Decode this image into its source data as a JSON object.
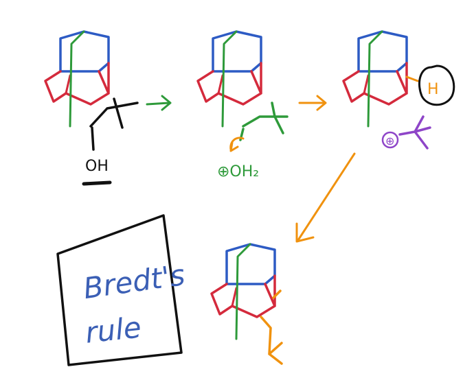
{
  "colors": {
    "background": "#ffffff",
    "ring_top": "#2d5bc4",
    "ring_bottom": "#d42a3c",
    "bridge": "#2e9a3a",
    "black_ink": "#111111",
    "green_ink": "#2e9a3a",
    "orange_ink": "#f0920f",
    "purple_ink": "#8e45c8",
    "note_text": "#3b5fb5"
  },
  "step1": {
    "leaving_group_label": "OH"
  },
  "step2": {
    "leaving_group_label": "⊕OH₂"
  },
  "step3": {
    "proton_label": "H",
    "carbocation_label": "⊕"
  },
  "note": {
    "line1": "Bredt's",
    "line2": "rule"
  }
}
